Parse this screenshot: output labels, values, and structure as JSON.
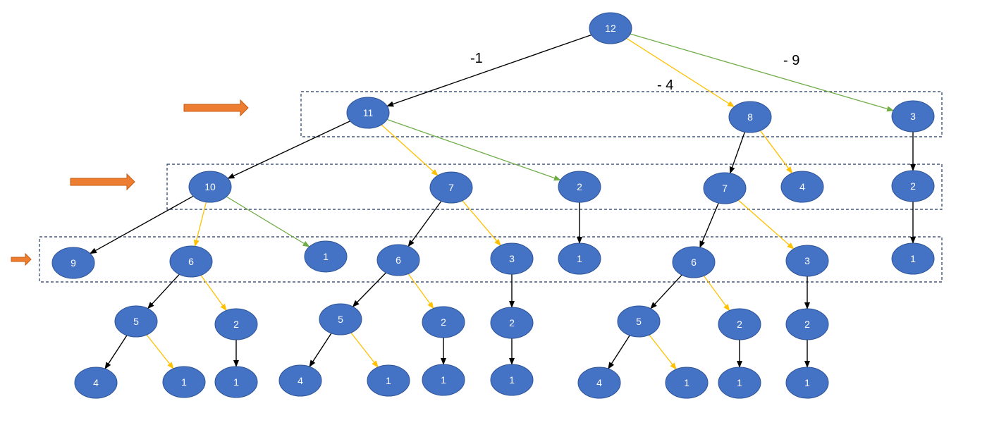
{
  "colors": {
    "node_fill": "#4472C4",
    "node_stroke": "#2F5597",
    "node_text": "#FFFFFF",
    "edge_black": "#000000",
    "edge_yellow": "#FFC000",
    "edge_green": "#70AD47",
    "level_box": "#1F3864",
    "level_arrow_fill": "#ED7D31",
    "level_arrow_stroke": "#C55A11"
  },
  "edge_labels": {
    "minus_1": "-1",
    "minus_4": "- 4",
    "minus_9": "- 9"
  },
  "nodes": [
    {
      "id": "root",
      "label": "12"
    },
    {
      "id": "a",
      "label": "11"
    },
    {
      "id": "b",
      "label": "8"
    },
    {
      "id": "c",
      "label": "3"
    },
    {
      "id": "a1",
      "label": "10"
    },
    {
      "id": "a2",
      "label": "7"
    },
    {
      "id": "a3",
      "label": "2"
    },
    {
      "id": "b1",
      "label": "7"
    },
    {
      "id": "b2",
      "label": "4"
    },
    {
      "id": "c1",
      "label": "2"
    },
    {
      "id": "a1x",
      "label": "9"
    },
    {
      "id": "a1y",
      "label": "6"
    },
    {
      "id": "a1z",
      "label": "1"
    },
    {
      "id": "a2x",
      "label": "6"
    },
    {
      "id": "a2y",
      "label": "3"
    },
    {
      "id": "a3x",
      "label": "1"
    },
    {
      "id": "b1x",
      "label": "6"
    },
    {
      "id": "b1y",
      "label": "3"
    },
    {
      "id": "c1x",
      "label": "1"
    },
    {
      "id": "p5",
      "label": "5"
    },
    {
      "id": "p2",
      "label": "2"
    },
    {
      "id": "q5",
      "label": "5"
    },
    {
      "id": "q2",
      "label": "2"
    },
    {
      "id": "q3c",
      "label": "2"
    },
    {
      "id": "r5",
      "label": "5"
    },
    {
      "id": "r2",
      "label": "2"
    },
    {
      "id": "r3c",
      "label": "2"
    },
    {
      "id": "p4",
      "label": "4"
    },
    {
      "id": "p1",
      "label": "1"
    },
    {
      "id": "p2c",
      "label": "1"
    },
    {
      "id": "q4",
      "label": "4"
    },
    {
      "id": "q1",
      "label": "1"
    },
    {
      "id": "q2c",
      "label": "1"
    },
    {
      "id": "q3cc",
      "label": "1"
    },
    {
      "id": "r4",
      "label": "4"
    },
    {
      "id": "r1",
      "label": "1"
    },
    {
      "id": "r2c",
      "label": "1"
    },
    {
      "id": "r3cc",
      "label": "1"
    }
  ],
  "edges": [
    {
      "from": "root",
      "to": "a",
      "color": "black"
    },
    {
      "from": "root",
      "to": "b",
      "color": "yellow"
    },
    {
      "from": "root",
      "to": "c",
      "color": "green"
    },
    {
      "from": "a",
      "to": "a1",
      "color": "black"
    },
    {
      "from": "a",
      "to": "a2",
      "color": "yellow"
    },
    {
      "from": "a",
      "to": "a3",
      "color": "green"
    },
    {
      "from": "b",
      "to": "b1",
      "color": "black"
    },
    {
      "from": "b",
      "to": "b2",
      "color": "yellow"
    },
    {
      "from": "c",
      "to": "c1",
      "color": "black"
    },
    {
      "from": "a1",
      "to": "a1x",
      "color": "black"
    },
    {
      "from": "a1",
      "to": "a1y",
      "color": "yellow"
    },
    {
      "from": "a1",
      "to": "a1z",
      "color": "green"
    },
    {
      "from": "a2",
      "to": "a2x",
      "color": "black"
    },
    {
      "from": "a2",
      "to": "a2y",
      "color": "yellow"
    },
    {
      "from": "a3",
      "to": "a3x",
      "color": "black"
    },
    {
      "from": "b1",
      "to": "b1x",
      "color": "black"
    },
    {
      "from": "b1",
      "to": "b1y",
      "color": "yellow"
    },
    {
      "from": "c1",
      "to": "c1x",
      "color": "black"
    },
    {
      "from": "a1y",
      "to": "p5",
      "color": "black"
    },
    {
      "from": "a1y",
      "to": "p2",
      "color": "yellow"
    },
    {
      "from": "a2x",
      "to": "q5",
      "color": "black"
    },
    {
      "from": "a2x",
      "to": "q2",
      "color": "yellow"
    },
    {
      "from": "a2y",
      "to": "q3c",
      "color": "black"
    },
    {
      "from": "b1x",
      "to": "r5",
      "color": "black"
    },
    {
      "from": "b1x",
      "to": "r2",
      "color": "yellow"
    },
    {
      "from": "b1y",
      "to": "r3c",
      "color": "black"
    },
    {
      "from": "p5",
      "to": "p4",
      "color": "black"
    },
    {
      "from": "p5",
      "to": "p1",
      "color": "yellow"
    },
    {
      "from": "p2",
      "to": "p2c",
      "color": "black"
    },
    {
      "from": "q5",
      "to": "q4",
      "color": "black"
    },
    {
      "from": "q5",
      "to": "q1",
      "color": "yellow"
    },
    {
      "from": "q2",
      "to": "q2c",
      "color": "black"
    },
    {
      "from": "q3c",
      "to": "q3cc",
      "color": "black"
    },
    {
      "from": "r5",
      "to": "r4",
      "color": "black"
    },
    {
      "from": "r5",
      "to": "r1",
      "color": "yellow"
    },
    {
      "from": "r2",
      "to": "r2c",
      "color": "black"
    },
    {
      "from": "r3c",
      "to": "r3cc",
      "color": "black"
    }
  ]
}
